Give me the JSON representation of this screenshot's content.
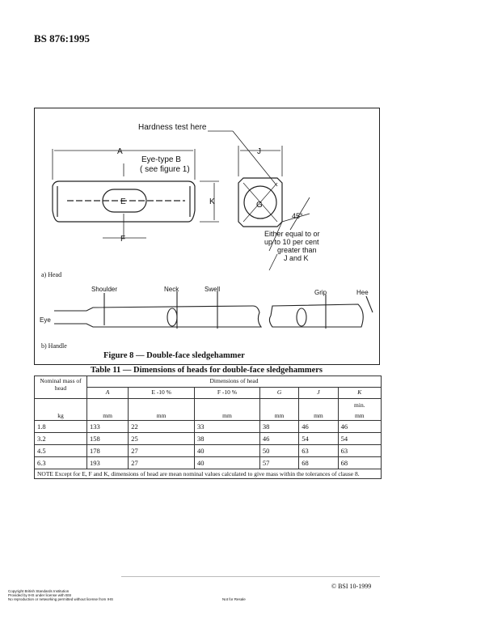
{
  "header": {
    "doc_code": "BS 876:1995"
  },
  "figure": {
    "caption": "Figure 8 — Double-face sledgehammer",
    "part_a": "a) Head",
    "part_b": "b) Handle",
    "head_labels": {
      "hardness": "Hardness test here",
      "a": "A",
      "eye_type": "Eye-type B",
      "see_figure": "( see figure 1)",
      "e": "E",
      "k": "K",
      "f": "F",
      "j": "J",
      "g": "G",
      "angle": "45°",
      "note1": "Either equal to or",
      "note2": "up to 10 per cent",
      "note3": "greater than",
      "note4": "J and K"
    },
    "handle_labels": {
      "shoulder": "Shoulder",
      "neck": "Neck",
      "swell": "Swell",
      "grip": "Grip",
      "heel": "Hee",
      "eye": "Eye"
    }
  },
  "table": {
    "title": "Table 11 — Dimensions of heads for double-face sledgehammers",
    "col_mass": "Nominal mass of head",
    "col_dims": "Dimensions of head",
    "col_letters": [
      "A",
      "E -10 %",
      "F -10 %",
      "G",
      "J",
      "K"
    ],
    "k_sub": "min.",
    "units": [
      "kg",
      "mm",
      "mm",
      "mm",
      "mm",
      "mm",
      "mm"
    ],
    "rows": [
      [
        "1.8",
        "133",
        "22",
        "33",
        "38",
        "46",
        "46"
      ],
      [
        "3.2",
        "158",
        "25",
        "38",
        "46",
        "54",
        "54"
      ],
      [
        "4.5",
        "178",
        "27",
        "40",
        "50",
        "63",
        "63"
      ],
      [
        "6.3",
        "193",
        "27",
        "40",
        "57",
        "68",
        "68"
      ]
    ],
    "note": "NOTE   Except for E, F and K, dimensions of head are mean nominal values calculated to give mass within the tolerances of clause 8."
  },
  "footer": {
    "copyright": "© BSI 10-1999",
    "small1": "Copyright British Standards Institution",
    "small2": "Provided by IHS under license with BSI",
    "small3": "No reproduction or networking permitted without license from IHS",
    "not_resale": "Not for Resale"
  }
}
